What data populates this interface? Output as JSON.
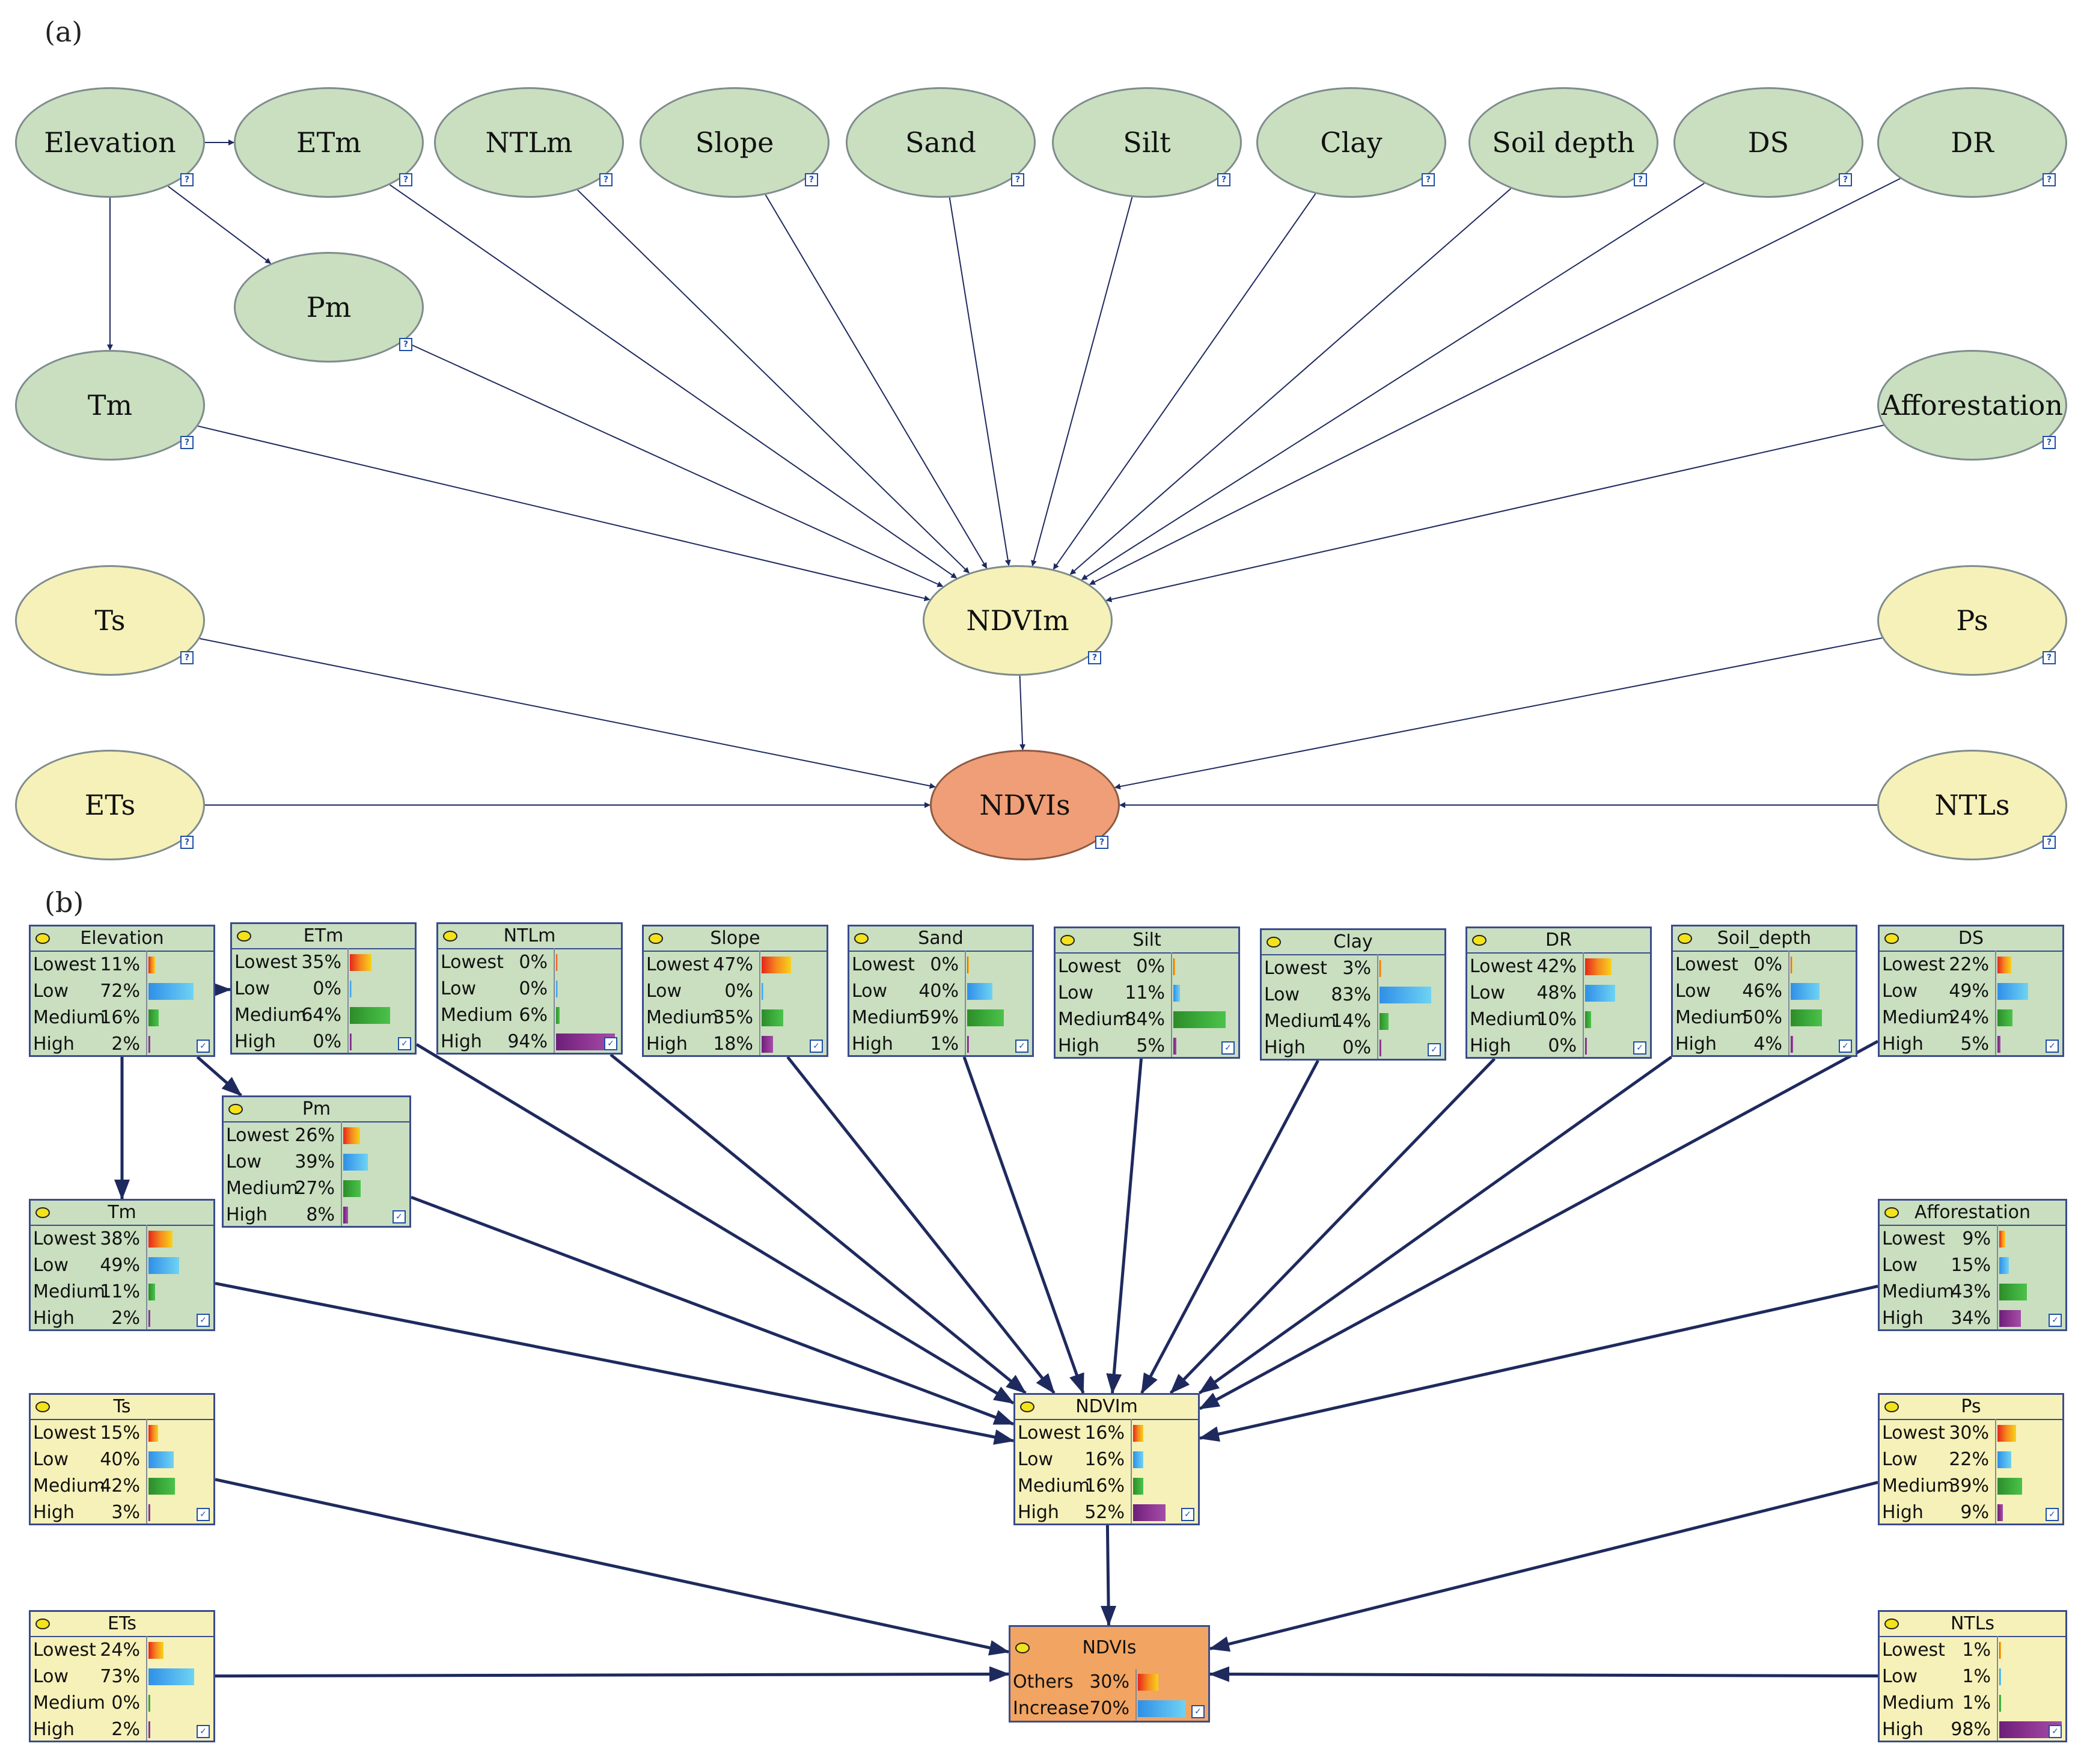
{
  "panel_a": {
    "label": "(a)",
    "nodes": [
      {
        "id": "Elevation",
        "label": "Elevation",
        "color": "green"
      },
      {
        "id": "ETm",
        "label": "ETm",
        "color": "green"
      },
      {
        "id": "NTLm",
        "label": "NTLm",
        "color": "green"
      },
      {
        "id": "Slope",
        "label": "Slope",
        "color": "green"
      },
      {
        "id": "Sand",
        "label": "Sand",
        "color": "green"
      },
      {
        "id": "Silt",
        "label": "Silt",
        "color": "green"
      },
      {
        "id": "Clay",
        "label": "Clay",
        "color": "green"
      },
      {
        "id": "Soil depth",
        "label": "Soil depth",
        "color": "green"
      },
      {
        "id": "DS",
        "label": "DS",
        "color": "green"
      },
      {
        "id": "DR",
        "label": "DR",
        "color": "green"
      },
      {
        "id": "Pm",
        "label": "Pm",
        "color": "green"
      },
      {
        "id": "Tm",
        "label": "Tm",
        "color": "green"
      },
      {
        "id": "Afforestation",
        "label": "Afforestation",
        "color": "green"
      },
      {
        "id": "Ts",
        "label": "Ts",
        "color": "yellow"
      },
      {
        "id": "NDVIm",
        "label": "NDVIm",
        "color": "yellow"
      },
      {
        "id": "Ps",
        "label": "Ps",
        "color": "yellow"
      },
      {
        "id": "ETs",
        "label": "ETs",
        "color": "yellow"
      },
      {
        "id": "NDVIs",
        "label": "NDVIs",
        "color": "salmon"
      },
      {
        "id": "NTLs",
        "label": "NTLs",
        "color": "yellow"
      }
    ],
    "edges": [
      [
        "Elevation",
        "ETm"
      ],
      [
        "Elevation",
        "Pm"
      ],
      [
        "Elevation",
        "Tm"
      ],
      [
        "ETm",
        "NDVIm"
      ],
      [
        "NTLm",
        "NDVIm"
      ],
      [
        "Slope",
        "NDVIm"
      ],
      [
        "Sand",
        "NDVIm"
      ],
      [
        "Silt",
        "NDVIm"
      ],
      [
        "Clay",
        "NDVIm"
      ],
      [
        "Soil depth",
        "NDVIm"
      ],
      [
        "DS",
        "NDVIm"
      ],
      [
        "DR",
        "NDVIm"
      ],
      [
        "Pm",
        "NDVIm"
      ],
      [
        "Tm",
        "NDVIm"
      ],
      [
        "Afforestation",
        "NDVIm"
      ],
      [
        "NDVIm",
        "NDVIs"
      ],
      [
        "Ts",
        "NDVIs"
      ],
      [
        "Ps",
        "NDVIs"
      ],
      [
        "ETs",
        "NDVIs"
      ],
      [
        "NTLs",
        "NDVIs"
      ]
    ]
  },
  "panel_b": {
    "label": "(b)",
    "nodes": [
      {
        "id": "Elevation",
        "title": "Elevation",
        "color": "green",
        "states": [
          {
            "name": "Lowest",
            "pct": 11
          },
          {
            "name": "Low",
            "pct": 72
          },
          {
            "name": "Medium",
            "pct": 16
          },
          {
            "name": "High",
            "pct": 2
          }
        ]
      },
      {
        "id": "ETm",
        "title": "ETm",
        "color": "green",
        "states": [
          {
            "name": "Lowest",
            "pct": 35
          },
          {
            "name": "Low",
            "pct": 0
          },
          {
            "name": "Medium",
            "pct": 64
          },
          {
            "name": "High",
            "pct": 0
          }
        ]
      },
      {
        "id": "NTLm",
        "title": "NTLm",
        "color": "green",
        "states": [
          {
            "name": "Lowest",
            "pct": 0
          },
          {
            "name": "Low",
            "pct": 0
          },
          {
            "name": "Medium",
            "pct": 6
          },
          {
            "name": "High",
            "pct": 94
          }
        ]
      },
      {
        "id": "Slope",
        "title": "Slope",
        "color": "green",
        "states": [
          {
            "name": "Lowest",
            "pct": 47
          },
          {
            "name": "Low",
            "pct": 0
          },
          {
            "name": "Medium",
            "pct": 35
          },
          {
            "name": "High",
            "pct": 18
          }
        ]
      },
      {
        "id": "Sand",
        "title": "Sand",
        "color": "green",
        "states": [
          {
            "name": "Lowest",
            "pct": 0
          },
          {
            "name": "Low",
            "pct": 40
          },
          {
            "name": "Medium",
            "pct": 59
          },
          {
            "name": "High",
            "pct": 1
          }
        ]
      },
      {
        "id": "Silt",
        "title": "Silt",
        "color": "green",
        "states": [
          {
            "name": "Lowest",
            "pct": 0
          },
          {
            "name": "Low",
            "pct": 11
          },
          {
            "name": "Medium",
            "pct": 84
          },
          {
            "name": "High",
            "pct": 5
          }
        ]
      },
      {
        "id": "Clay",
        "title": "Clay",
        "color": "green",
        "states": [
          {
            "name": "Lowest",
            "pct": 3
          },
          {
            "name": "Low",
            "pct": 83
          },
          {
            "name": "Medium",
            "pct": 14
          },
          {
            "name": "High",
            "pct": 0
          }
        ]
      },
      {
        "id": "DR",
        "title": "DR",
        "color": "green",
        "states": [
          {
            "name": "Lowest",
            "pct": 42
          },
          {
            "name": "Low",
            "pct": 48
          },
          {
            "name": "Medium",
            "pct": 10
          },
          {
            "name": "High",
            "pct": 0
          }
        ]
      },
      {
        "id": "Soil_depth",
        "title": "Soil_depth",
        "color": "green",
        "states": [
          {
            "name": "Lowest",
            "pct": 0
          },
          {
            "name": "Low",
            "pct": 46
          },
          {
            "name": "Medium",
            "pct": 50
          },
          {
            "name": "High",
            "pct": 4
          }
        ]
      },
      {
        "id": "DS",
        "title": "DS",
        "color": "green",
        "states": [
          {
            "name": "Lowest",
            "pct": 22
          },
          {
            "name": "Low",
            "pct": 49
          },
          {
            "name": "Medium",
            "pct": 24
          },
          {
            "name": "High",
            "pct": 5
          }
        ]
      },
      {
        "id": "Pm",
        "title": "Pm",
        "color": "green",
        "states": [
          {
            "name": "Lowest",
            "pct": 26
          },
          {
            "name": "Low",
            "pct": 39
          },
          {
            "name": "Medium",
            "pct": 27
          },
          {
            "name": "High",
            "pct": 8
          }
        ]
      },
      {
        "id": "Tm",
        "title": "Tm",
        "color": "green",
        "states": [
          {
            "name": "Lowest",
            "pct": 38
          },
          {
            "name": "Low",
            "pct": 49
          },
          {
            "name": "Medium",
            "pct": 11
          },
          {
            "name": "High",
            "pct": 2
          }
        ]
      },
      {
        "id": "Afforestation",
        "title": "Afforestation",
        "color": "green",
        "states": [
          {
            "name": "Lowest",
            "pct": 9
          },
          {
            "name": "Low",
            "pct": 15
          },
          {
            "name": "Medium",
            "pct": 43
          },
          {
            "name": "High",
            "pct": 34
          }
        ]
      },
      {
        "id": "Ts",
        "title": "Ts",
        "color": "yellow",
        "states": [
          {
            "name": "Lowest",
            "pct": 15
          },
          {
            "name": "Low",
            "pct": 40
          },
          {
            "name": "Medium",
            "pct": 42
          },
          {
            "name": "High",
            "pct": 3
          }
        ]
      },
      {
        "id": "NDVIm",
        "title": "NDVIm",
        "color": "yellow",
        "states": [
          {
            "name": "Lowest",
            "pct": 16
          },
          {
            "name": "Low",
            "pct": 16
          },
          {
            "name": "Medium",
            "pct": 16
          },
          {
            "name": "High",
            "pct": 52
          }
        ]
      },
      {
        "id": "Ps",
        "title": "Ps",
        "color": "yellow",
        "states": [
          {
            "name": "Lowest",
            "pct": 30
          },
          {
            "name": "Low",
            "pct": 22
          },
          {
            "name": "Medium",
            "pct": 39
          },
          {
            "name": "High",
            "pct": 9
          }
        ]
      },
      {
        "id": "ETs",
        "title": "ETs",
        "color": "yellow",
        "states": [
          {
            "name": "Lowest",
            "pct": 24
          },
          {
            "name": "Low",
            "pct": 73
          },
          {
            "name": "Medium",
            "pct": 0
          },
          {
            "name": "High",
            "pct": 2
          }
        ]
      },
      {
        "id": "NDVIs",
        "title": "NDVIs",
        "color": "orange",
        "states": [
          {
            "name": "Others",
            "pct": 30
          },
          {
            "name": "Increase",
            "pct": 70
          }
        ]
      },
      {
        "id": "NTLs",
        "title": "NTLs",
        "color": "yellow",
        "states": [
          {
            "name": "Lowest",
            "pct": 1
          },
          {
            "name": "Low",
            "pct": 1
          },
          {
            "name": "Medium",
            "pct": 1
          },
          {
            "name": "High",
            "pct": 98
          }
        ]
      }
    ],
    "edges": [
      [
        "Elevation",
        "ETm"
      ],
      [
        "Elevation",
        "Pm"
      ],
      [
        "Elevation",
        "Tm"
      ],
      [
        "ETm",
        "NDVIm"
      ],
      [
        "NTLm",
        "NDVIm"
      ],
      [
        "Slope",
        "NDVIm"
      ],
      [
        "Sand",
        "NDVIm"
      ],
      [
        "Silt",
        "NDVIm"
      ],
      [
        "Clay",
        "NDVIm"
      ],
      [
        "DR",
        "NDVIm"
      ],
      [
        "Soil_depth",
        "NDVIm"
      ],
      [
        "DS",
        "NDVIm"
      ],
      [
        "Pm",
        "NDVIm"
      ],
      [
        "Tm",
        "NDVIm"
      ],
      [
        "Afforestation",
        "NDVIm"
      ],
      [
        "NDVIm",
        "NDVIs"
      ],
      [
        "Ts",
        "NDVIs"
      ],
      [
        "Ps",
        "NDVIs"
      ],
      [
        "ETs",
        "NDVIs"
      ],
      [
        "NTLs",
        "NDVIs"
      ]
    ]
  },
  "colors": {
    "green": "#c9dfc0",
    "yellow": "#f6f1b8",
    "salmon": "#ef9e77",
    "orange": "#f2a462",
    "edge": "#1e2a5e"
  }
}
